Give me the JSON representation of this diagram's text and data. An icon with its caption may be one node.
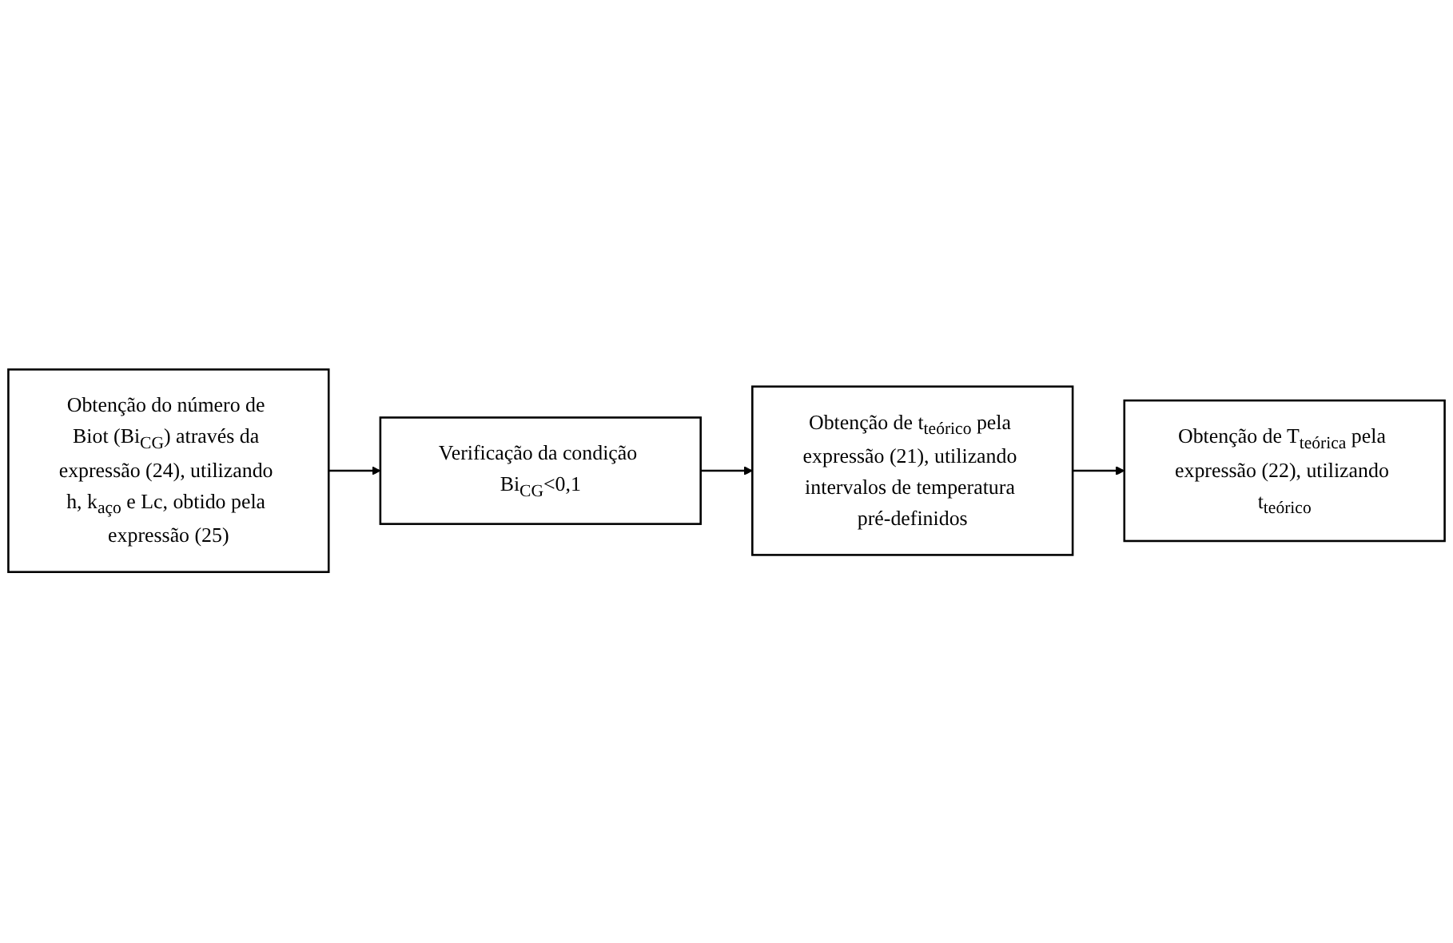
{
  "diagram": {
    "nodes": [
      {
        "text": [
          "Obtenção do número de Biot (Bi$_{CG}$) através da expressão (24), utilizando h, k$_{aço}$ e Lc, obtido pela expressão (25)"
        ]
      },
      {
        "text": [
          "Verificação da condição Bi$_{CG}$<0,1"
        ]
      },
      {
        "text": [
          "Obtenção de t$_{teórico}$ pela expressão (21), utilizando intervalos de temperatura pré-definidos"
        ]
      },
      {
        "text": [
          "Obtenção de T$_{teórica}$ pela expressão (22), utilizando t$_{teórico}$"
        ]
      }
    ],
    "edges": [
      {
        "from": 0,
        "to": 1,
        "arrow": "to"
      },
      {
        "from": 1,
        "to": 2,
        "arrow": "to"
      },
      {
        "from": 2,
        "to": 3,
        "arrow": "to"
      }
    ]
  }
}
